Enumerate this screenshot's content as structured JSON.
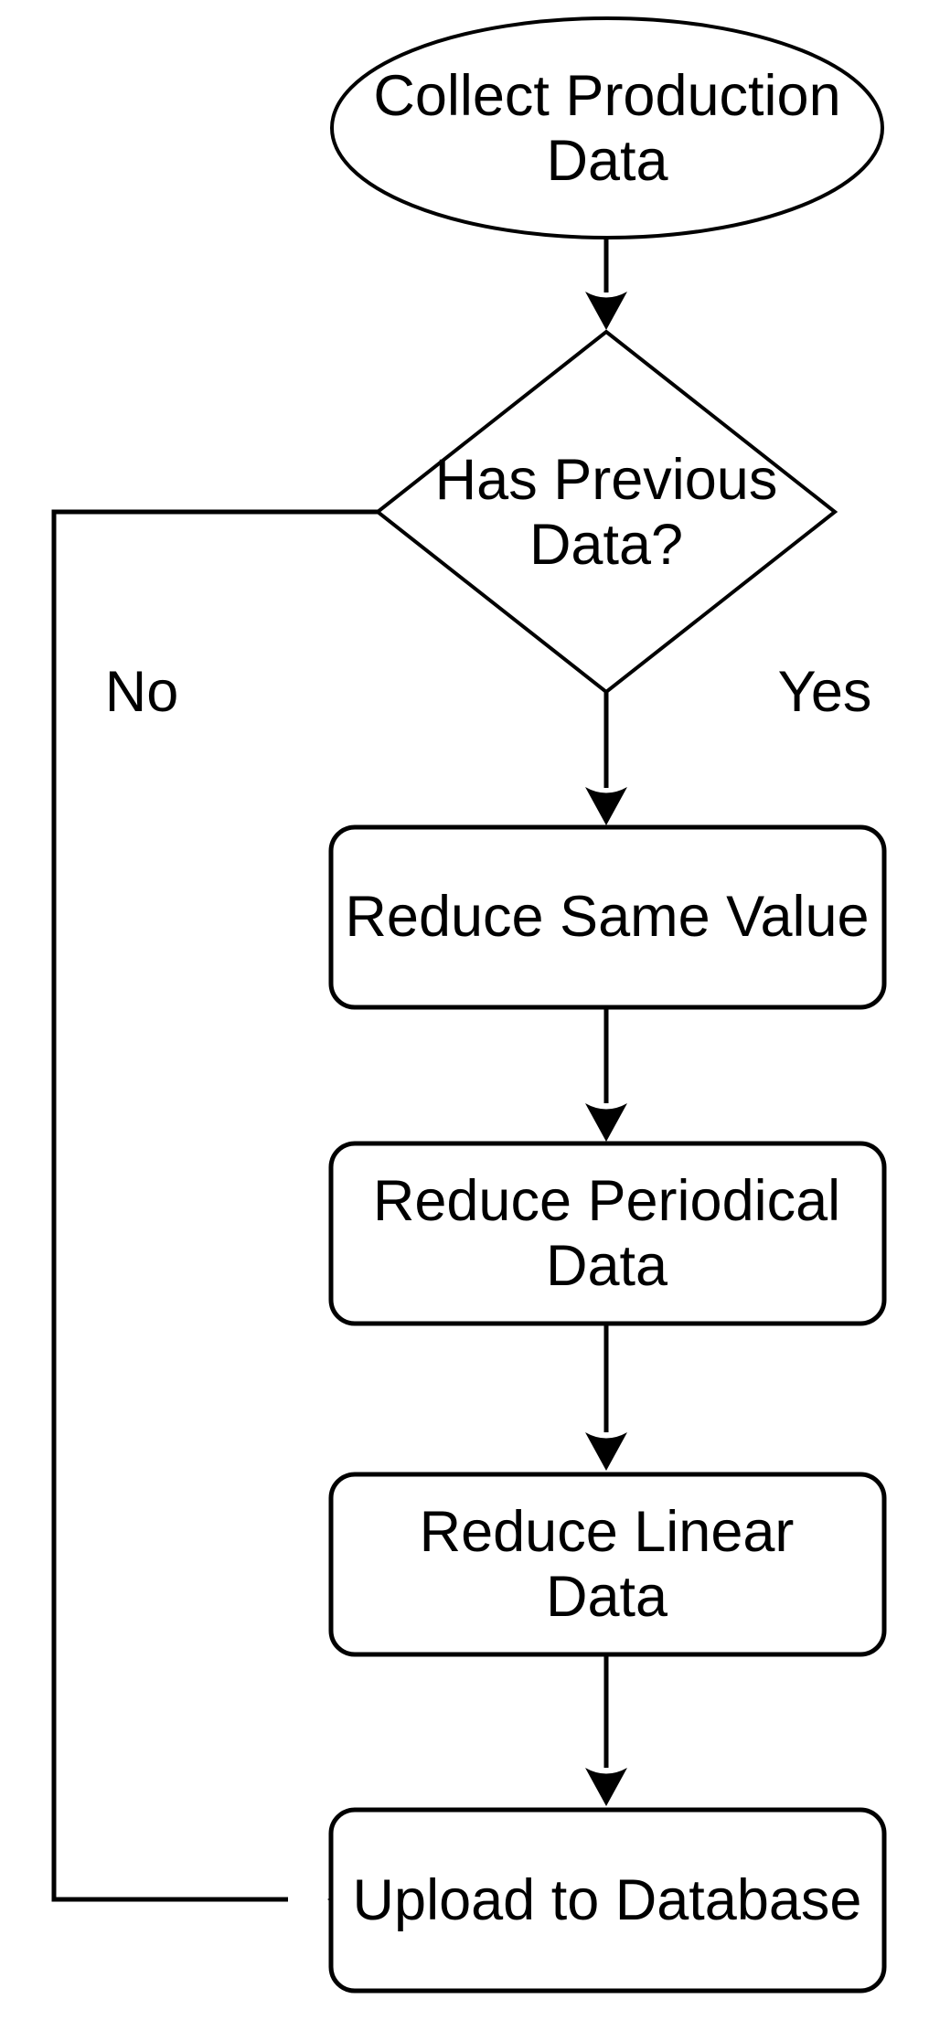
{
  "flowchart": {
    "background_color": "#ffffff",
    "stroke_color": "#000000",
    "node_fill_color": "#ffffff",
    "text_color": "#000000",
    "nodes": [
      {
        "id": "collect-production-data",
        "shape": "ellipse",
        "label": "Collect Production Data"
      },
      {
        "id": "has-previous-data",
        "shape": "diamond",
        "label": "Has Previous Data?"
      },
      {
        "id": "reduce-same-value",
        "shape": "rounded-rect",
        "label": "Reduce Same Value"
      },
      {
        "id": "reduce-periodical-data",
        "shape": "rounded-rect",
        "label": "Reduce Periodical Data"
      },
      {
        "id": "reduce-linear-data",
        "shape": "rounded-rect",
        "label": "Reduce Linear Data"
      },
      {
        "id": "upload-to-database",
        "shape": "rounded-rect",
        "label": "Upload to Database"
      }
    ],
    "edges": [
      {
        "from": "collect-production-data",
        "to": "has-previous-data",
        "label": ""
      },
      {
        "from": "has-previous-data",
        "to": "reduce-same-value",
        "label": "Yes"
      },
      {
        "from": "has-previous-data",
        "to": "upload-to-database",
        "label": "No"
      },
      {
        "from": "reduce-same-value",
        "to": "reduce-periodical-data",
        "label": ""
      },
      {
        "from": "reduce-periodical-data",
        "to": "reduce-linear-data",
        "label": ""
      },
      {
        "from": "reduce-linear-data",
        "to": "upload-to-database",
        "label": ""
      }
    ]
  }
}
